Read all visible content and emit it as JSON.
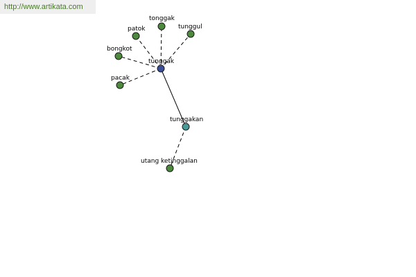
{
  "watermark": {
    "text": "http://www.artikata.com"
  },
  "graph": {
    "nodes": [
      {
        "id": "tunggak_center",
        "label": "tunggak",
        "color": "#3b4f99",
        "role": "center"
      },
      {
        "id": "tonggak",
        "label": "tonggak",
        "color": "#4e8a3e",
        "role": "leaf"
      },
      {
        "id": "patok",
        "label": "patok",
        "color": "#4e8a3e",
        "role": "leaf"
      },
      {
        "id": "tunggul",
        "label": "tunggul",
        "color": "#4e8a3e",
        "role": "leaf"
      },
      {
        "id": "bongkot",
        "label": "bongkot",
        "color": "#4e8a3e",
        "role": "leaf"
      },
      {
        "id": "pacak",
        "label": "pacak",
        "color": "#4e8a3e",
        "role": "leaf"
      },
      {
        "id": "tunggakan",
        "label": "tunggakan",
        "color": "#4a9a9a",
        "role": "hub"
      },
      {
        "id": "utang_ketinggalan",
        "label": "utang ketinggalan",
        "color": "#4e8a3e",
        "role": "leaf"
      }
    ],
    "edges": [
      {
        "from": "tunggak_center",
        "to": "tonggak",
        "style": "dashed"
      },
      {
        "from": "tunggak_center",
        "to": "patok",
        "style": "dashed"
      },
      {
        "from": "tunggak_center",
        "to": "tunggul",
        "style": "dashed"
      },
      {
        "from": "tunggak_center",
        "to": "bongkot",
        "style": "dashed"
      },
      {
        "from": "tunggak_center",
        "to": "pacak",
        "style": "dashed"
      },
      {
        "from": "tunggak_center",
        "to": "tunggakan",
        "style": "solid"
      },
      {
        "from": "tunggakan",
        "to": "utang_ketinggalan",
        "style": "dashed"
      }
    ]
  }
}
